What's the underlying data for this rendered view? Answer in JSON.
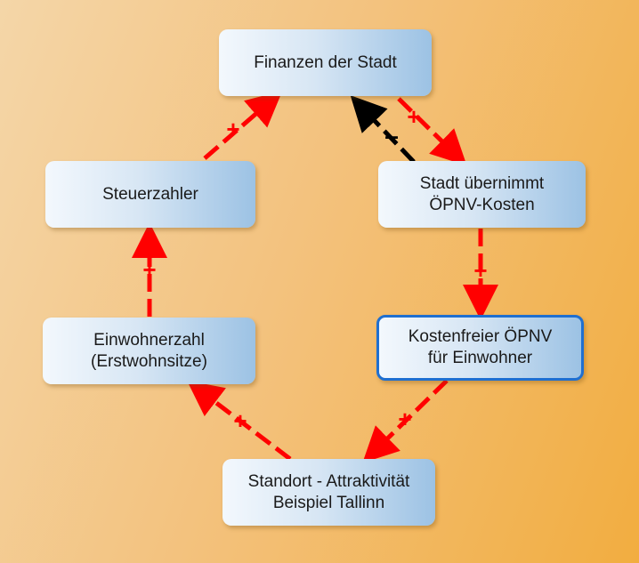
{
  "nodes": {
    "finanzen": "Finanzen der Stadt",
    "steuerzahler": "Steuerzahler",
    "oepnv_kosten": "Stadt übernimmt\nÖPNV-Kosten",
    "einwohnerzahl": "Einwohnerzahl\n(Erstwohnsitze)",
    "kostenfreier": "Kostenfreier ÖPNV\nfür Einwohner",
    "standort": "Standort - Attraktivität\nBeispiel Tallinn"
  },
  "links": {
    "steuer_finanz": "+",
    "finanz_oepnv": "+",
    "oepnv_finanz": "–",
    "oepnv_kostenfrei": "+",
    "kostenfrei_standort": "+",
    "standort_einwohner": "+",
    "einwohner_steuer": "+"
  },
  "colors": {
    "positive": "#ff0000",
    "negative": "#000000",
    "highlight_border": "#1f6fd0"
  }
}
